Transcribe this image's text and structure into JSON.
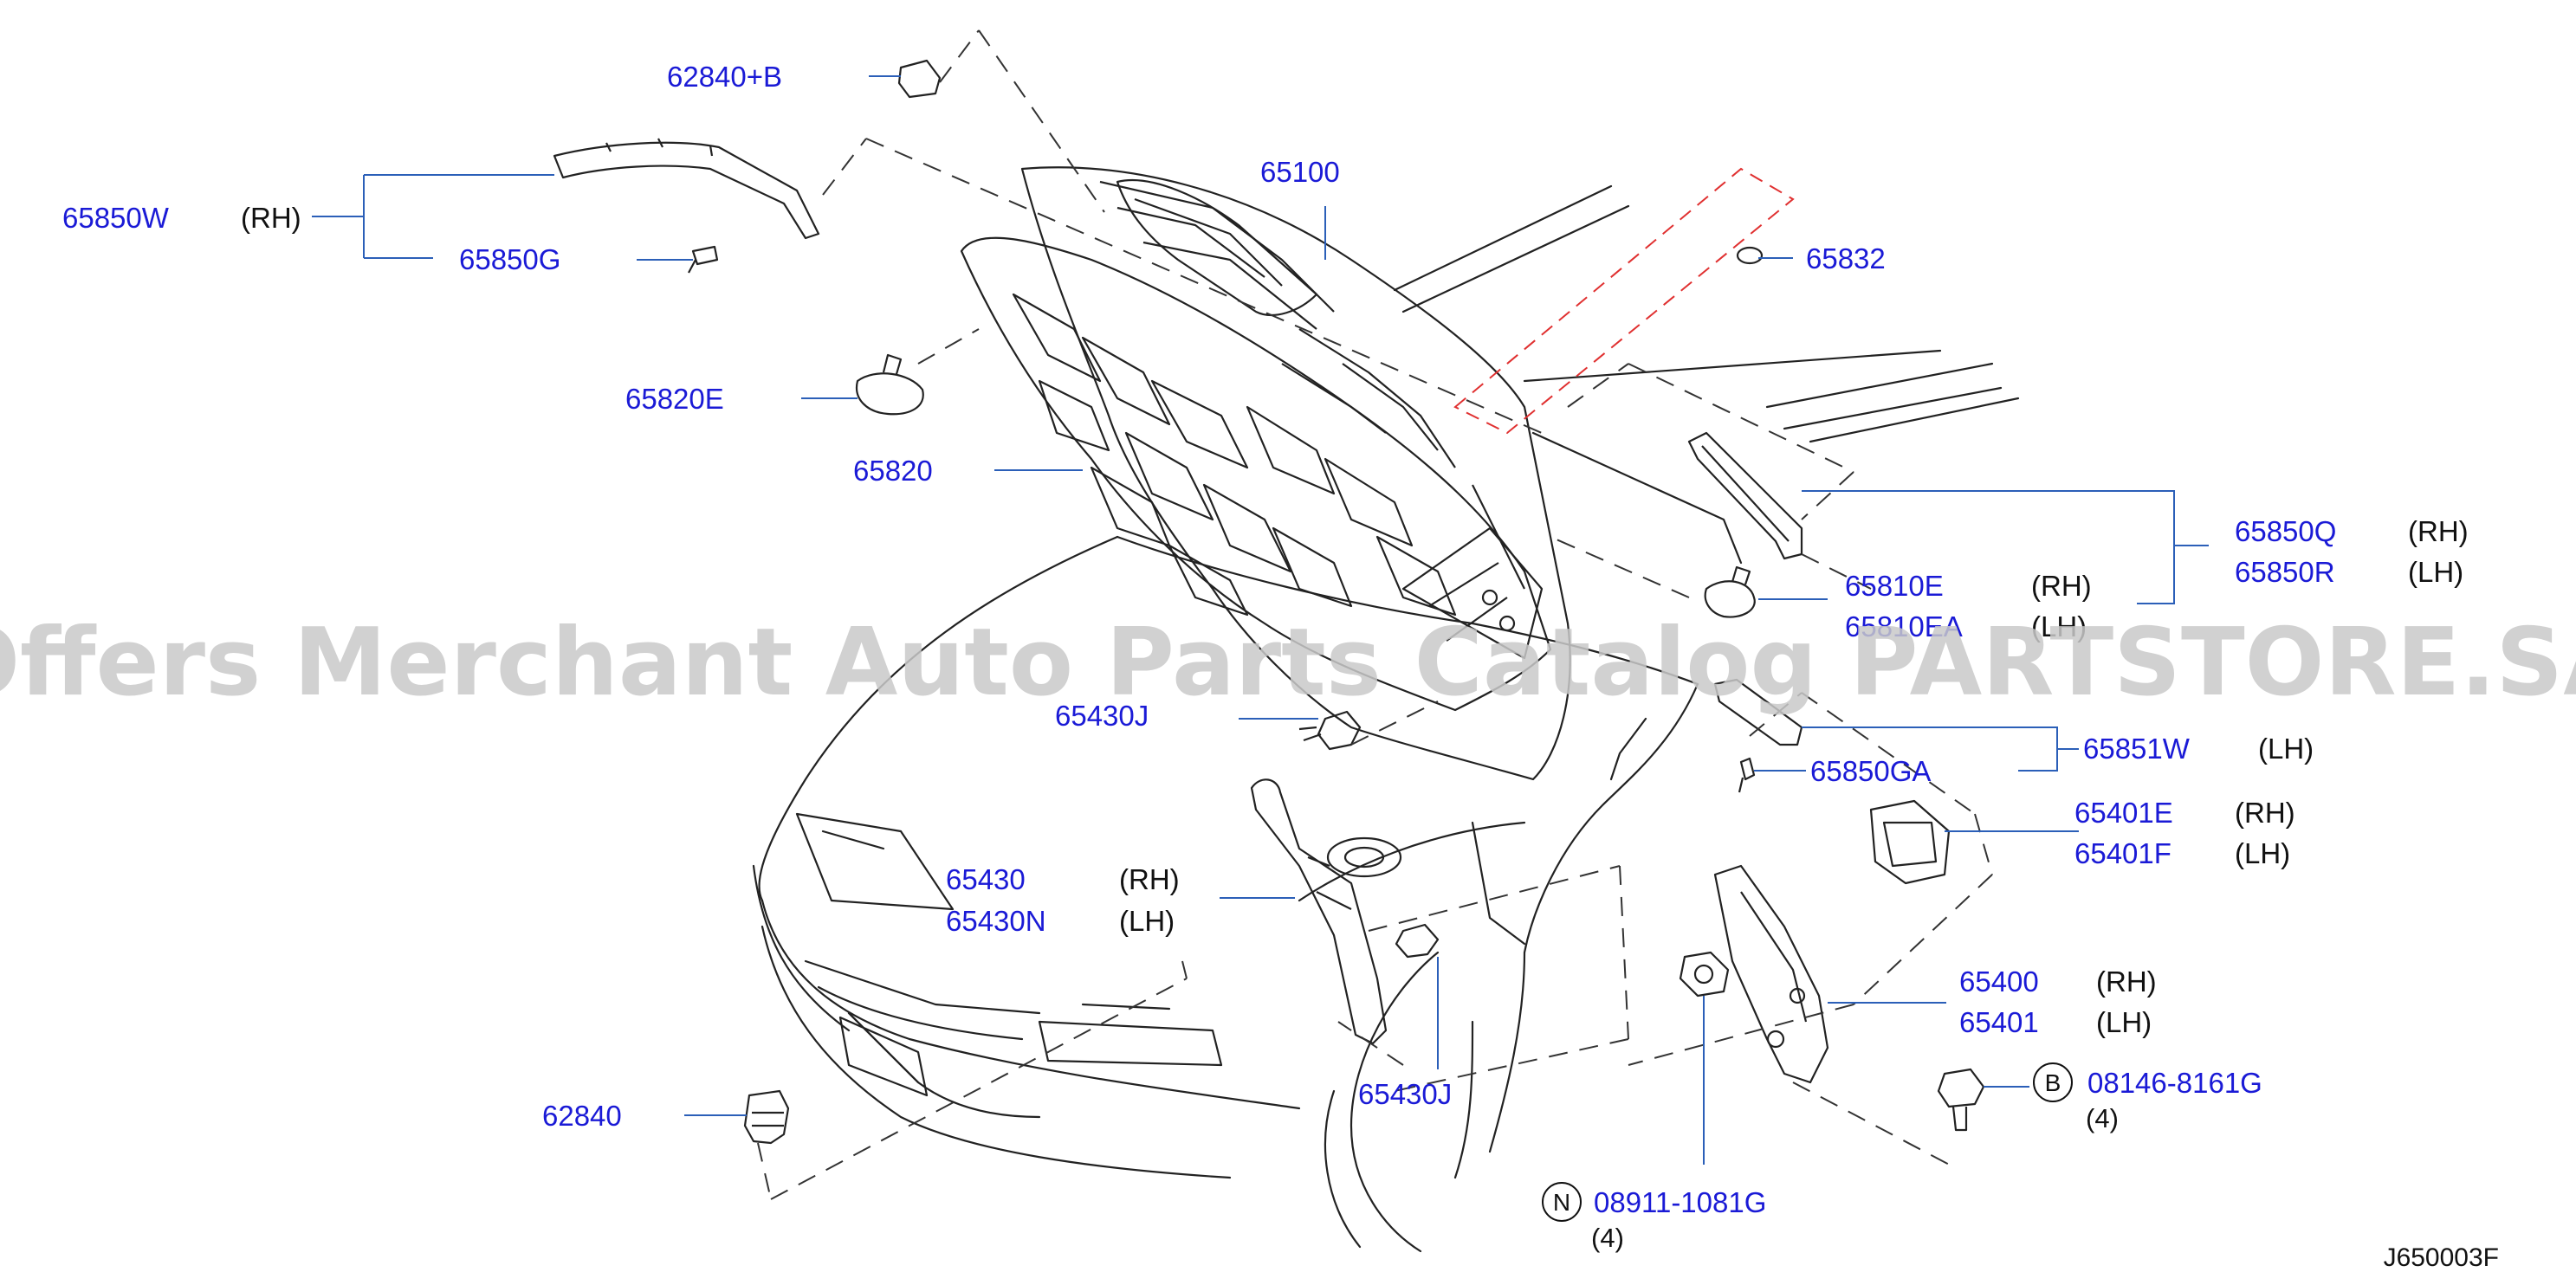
{
  "colors": {
    "part_label": "#1a1ad6",
    "leader": "#2b5fb8",
    "line_art": "#222222",
    "red_dash": "#e03030",
    "watermark": "#c9c9c9"
  },
  "watermark": "Offers Merchant Auto Parts Catalog PARTSTORE.SA",
  "diagram_code": "J650003F",
  "parts": {
    "p62840b": "62840+B",
    "p65850w": "65850W",
    "p65850w_side": "(RH)",
    "p65850g": "65850G",
    "p65100": "65100",
    "p65832": "65832",
    "p65820e": "65820E",
    "p65820": "65820",
    "p65850q": "65850Q",
    "p65850q_side": "(RH)",
    "p65850r": "65850R",
    "p65850r_side": "(LH)",
    "p65810e": "65810E",
    "p65810e_side": "(RH)",
    "p65810ea": "65810EA",
    "p65810ea_side": "(LH)",
    "p65430j_top": "65430J",
    "p65851w": "65851W",
    "p65851w_side": "(LH)",
    "p65850ga": "65850GA",
    "p65401e": "65401E",
    "p65401e_side": "(RH)",
    "p65401f": "65401F",
    "p65401f_side": "(LH)",
    "p65430": "65430",
    "p65430_side": "(RH)",
    "p65430n": "65430N",
    "p65430n_side": "(LH)",
    "p65400": "65400",
    "p65400_side": "(RH)",
    "p65401": "65401",
    "p65401_side": "(LH)",
    "p08146": "08146-8161G",
    "p08146_mark": "B",
    "p08146_qty": "(4)",
    "p62840": "62840",
    "p65430j_bottom": "65430J",
    "p08911": "08911-1081G",
    "p08911_mark": "N",
    "p08911_qty": "(4)"
  }
}
